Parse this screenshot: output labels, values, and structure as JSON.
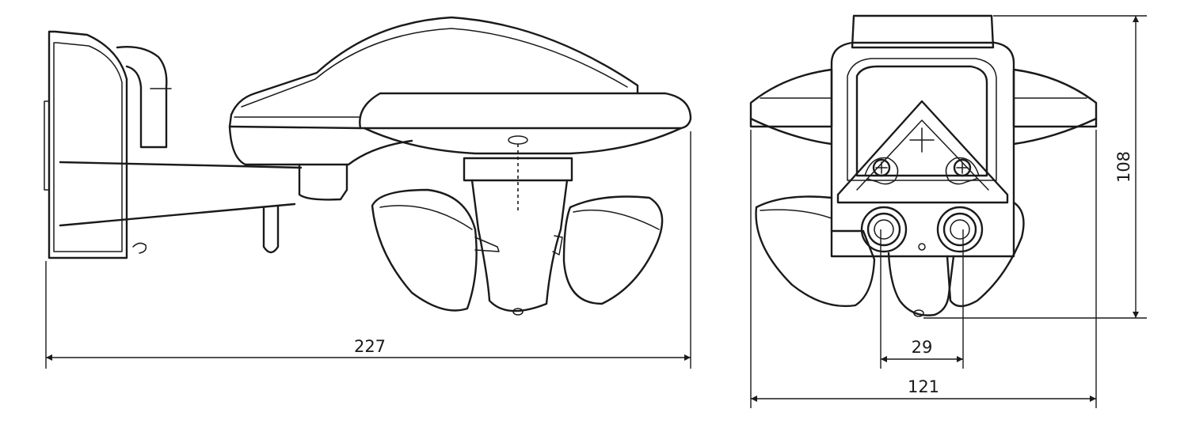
{
  "dimensions": {
    "side_width": "227",
    "front_width": "121",
    "spot_spacing": "29",
    "height": "108"
  }
}
